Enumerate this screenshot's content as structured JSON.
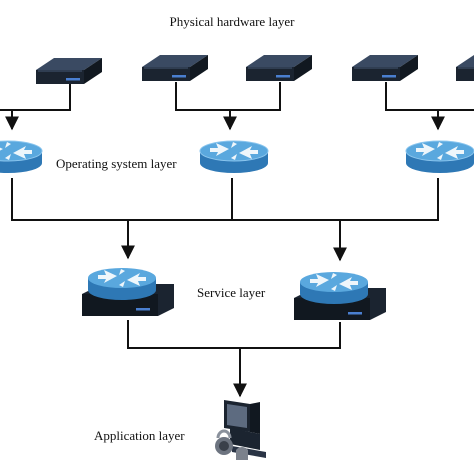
{
  "labels": {
    "physical": "Physical hardware layer",
    "os": "Operating system layer",
    "service": "Service layer",
    "application": "Application layer"
  },
  "icons": {
    "hardware": "server-icon",
    "router": "router-icon",
    "service": "router-on-server-icon",
    "application": "workstation-with-lock-icon"
  },
  "colors": {
    "server_body": "#1b2430",
    "server_top": "#3a4a62",
    "router_fill": "#5aa8de",
    "router_dark": "#2e78b5",
    "wire": "#111111",
    "text": "#111111"
  }
}
